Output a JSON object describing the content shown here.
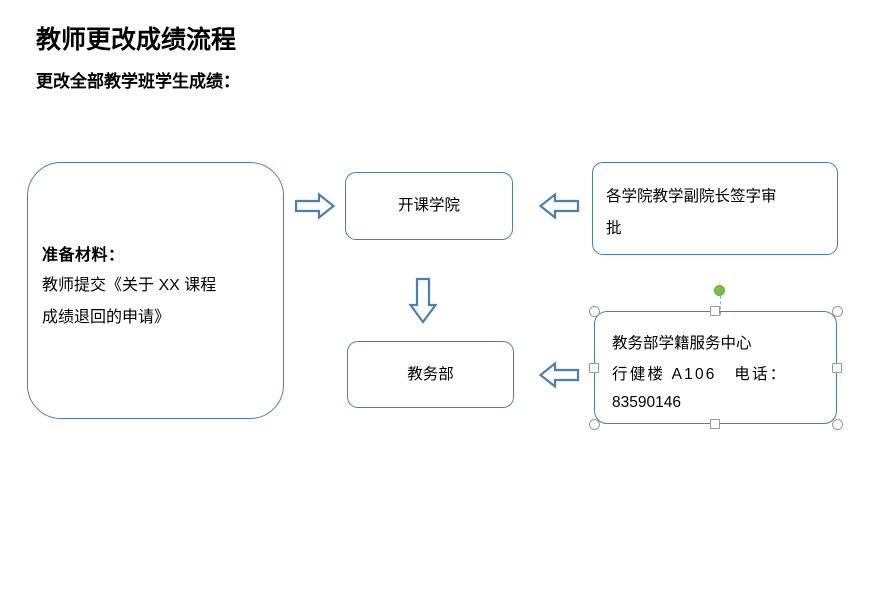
{
  "page": {
    "title": "教师更改成绩流程",
    "subtitle": "更改全部教学班学生成绩：",
    "accent_color": "#4a7ebb",
    "background_color": "#ffffff",
    "selection_handle_color": "#9a9a9a",
    "rotation_handle_color": "#76c043"
  },
  "diagram": {
    "type": "flowchart",
    "nodes": [
      {
        "id": "prepare",
        "shape": "rounded-rectangle",
        "heading": "准备材料：",
        "line1": "教师提交《关于 XX 课程",
        "line2": "成绩退回的申请》",
        "selected": false
      },
      {
        "id": "college",
        "shape": "rounded-rectangle",
        "label": "开课学院",
        "selected": false
      },
      {
        "id": "approval",
        "shape": "rounded-rectangle",
        "line1": "各学院教学副院长签字审",
        "line2": "批",
        "selected": false
      },
      {
        "id": "office",
        "shape": "rounded-rectangle",
        "label": "教务部",
        "selected": false
      },
      {
        "id": "contact",
        "shape": "rounded-rectangle",
        "line1": "教务部学籍服务中心",
        "line2": "行健楼 A106　电话：",
        "line3": "83590146",
        "selected": true
      }
    ],
    "arrows": [
      {
        "id": "prepare-to-college",
        "direction": "right"
      },
      {
        "id": "approval-to-college",
        "direction": "left"
      },
      {
        "id": "college-to-office",
        "direction": "down"
      },
      {
        "id": "contact-to-office",
        "direction": "left"
      }
    ]
  }
}
